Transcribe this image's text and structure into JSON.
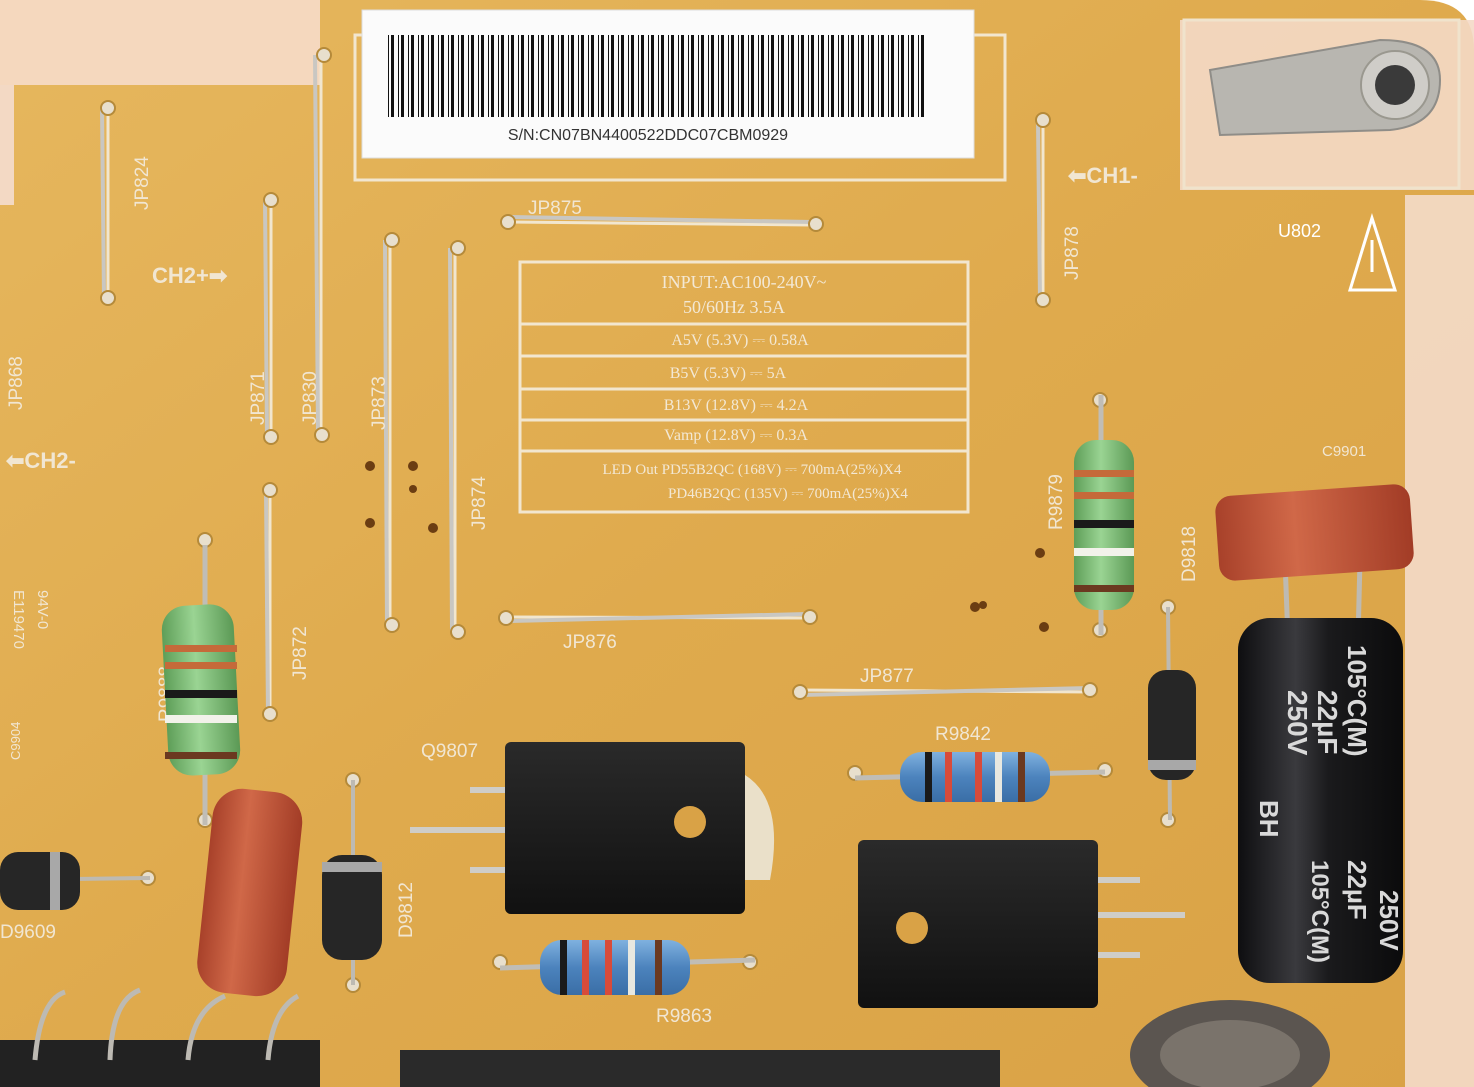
{
  "board": {
    "serial_label": "S/N:CN07BN4400522DDC07CBM0929",
    "spec_table": {
      "input_line1": "INPUT:AC100-240V~",
      "input_line2": "50/60Hz 3.5A",
      "rows": [
        "A5V   (5.3V) ⎓ 0.58A",
        "B5V   (5.3V) ⎓ 5A",
        "B13V  (12.8V) ⎓ 4.2A",
        "Vamp (12.8V) ⎓ 0.3A"
      ],
      "led_line1": "LED Out PD55B2QC (168V) ⎓ 700mA(25%)X4",
      "led_line2": "PD46B2QC (135V) ⎓ 700mA(25%)X4"
    },
    "silk_labels": {
      "jp824": "JP824",
      "jp868": "JP868",
      "jp871": "JP871",
      "jp830": "JP830",
      "jp873": "JP873",
      "jp874": "JP874",
      "jp875": "JP875",
      "jp876": "JP876",
      "jp877": "JP877",
      "jp878": "JP878",
      "jp872": "JP872",
      "ch1_minus": "⬅CH1-",
      "ch2_plus": "CH2+➡",
      "ch2_minus": "⬅CH2-",
      "r9879": "R9879",
      "r9888": "R9888",
      "r9842": "R9842",
      "r9863": "R9863",
      "q9807": "Q9807",
      "d9818": "D9818",
      "d9812": "D9812",
      "d9609": "D9609",
      "c9901": "C9901",
      "c9904": "C9904",
      "u802": "U802",
      "ul_94v0": "94V-0",
      "ul_code": "E119470"
    },
    "capacitor_text": {
      "line1": "105°C(M)",
      "line2": "22µF",
      "line3": "250V",
      "line4": "BH",
      "line5": "105°C(M)",
      "line6": "22µF",
      "line7": "250V"
    }
  },
  "colors": {
    "pcb": "#e0ae52",
    "silkscreen": "#f2e6cf",
    "resistor_green": "#7fc47a",
    "resistor_blue": "#5d93c7",
    "capacitor_red": "#c4553a",
    "electrolytic": "#1c1c1e"
  }
}
